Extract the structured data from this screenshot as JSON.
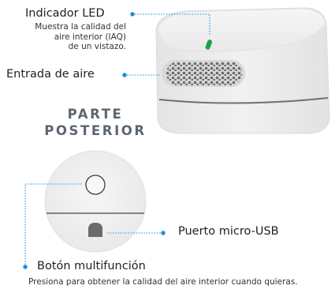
{
  "labels": {
    "led": {
      "title": "Indicador LED",
      "desc_lines": [
        "Muestra la calidad del",
        "aire interior (IAQ)",
        "de un vistazo."
      ]
    },
    "air_intake": "Entrada de aire",
    "rear_section": [
      "PARTE",
      "POSTERIOR"
    ],
    "usb_port": "Puerto micro-USB",
    "multi_button": {
      "title": "Botón multifunción",
      "desc": "Presiona para obtener la calidad del aire interior cuando quieras."
    }
  },
  "colors": {
    "leader": "#1e8bd6",
    "led": "#17a34a",
    "device_body": "#eeeeee",
    "band": "#6b7178",
    "port": "#6b6b6b"
  }
}
